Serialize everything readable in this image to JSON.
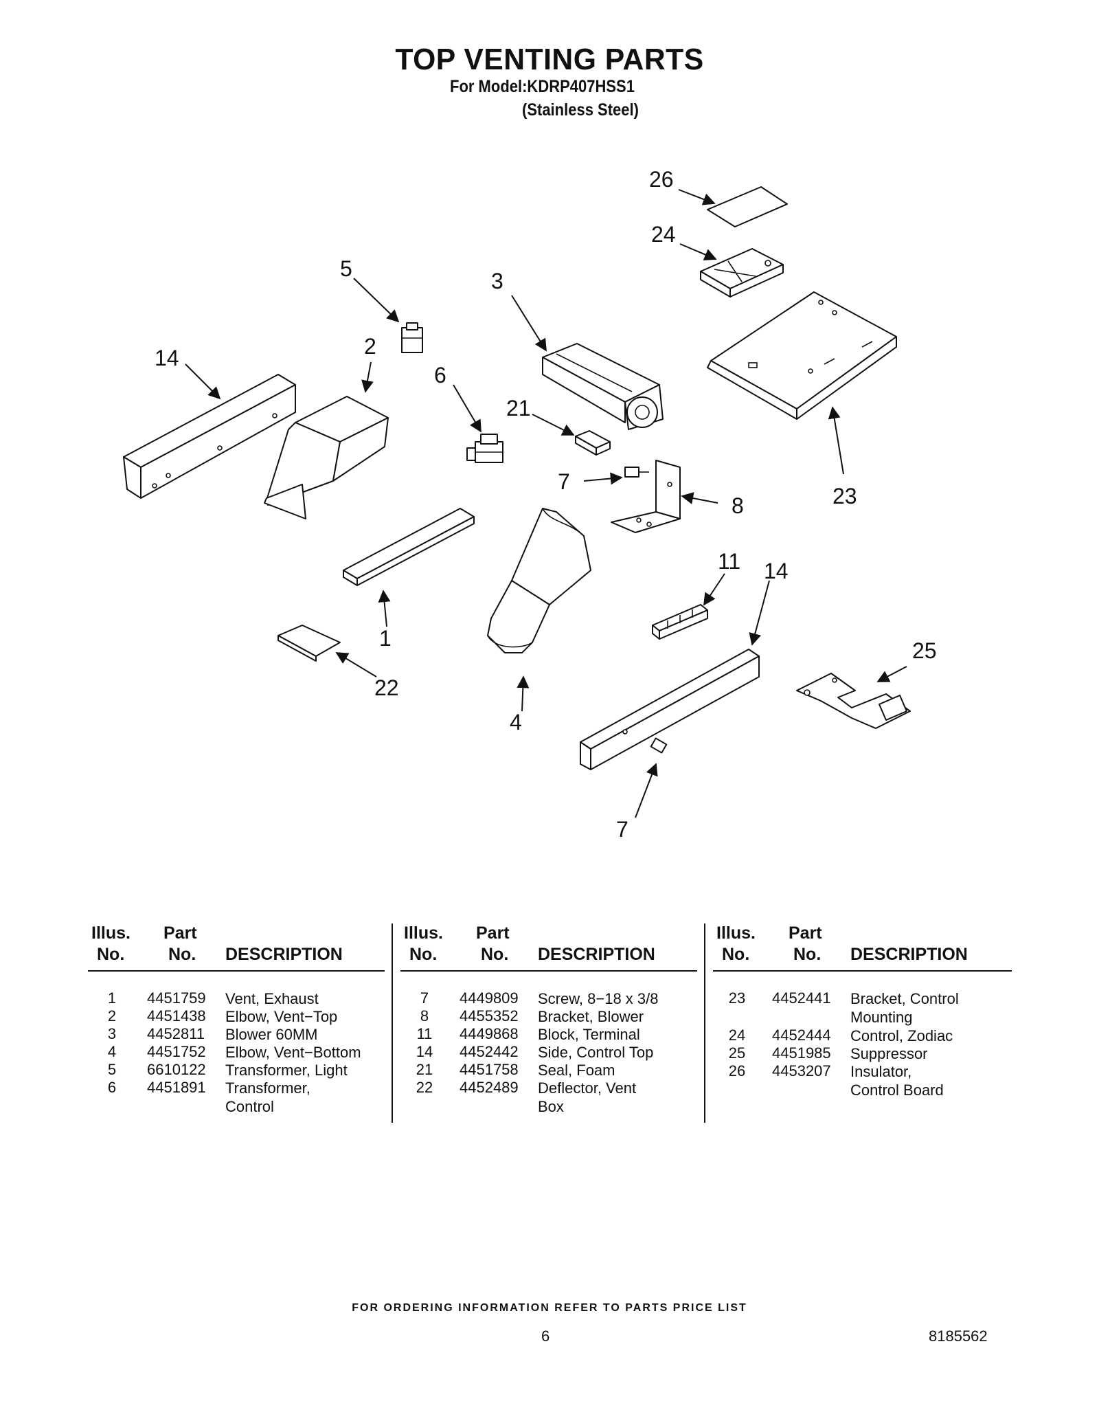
{
  "header": {
    "title": "TOP VENTING PARTS",
    "model_line": "For Model:KDRP407HSS1",
    "finish_line": "(Stainless Steel)"
  },
  "diagram": {
    "callouts": [
      "26",
      "24",
      "5",
      "3",
      "14",
      "2",
      "6",
      "21",
      "7",
      "8",
      "23",
      "11",
      "14",
      "25",
      "1",
      "22",
      "4",
      "7"
    ]
  },
  "table": {
    "headers": {
      "illus_top": "Illus.",
      "illus_bottom": "No.",
      "part_top": "Part",
      "part_bottom": "No.",
      "description": "DESCRIPTION"
    },
    "columns": [
      [
        {
          "illus": "1",
          "part": "4451759",
          "desc1": "Vent, Exhaust",
          "desc2": ""
        },
        {
          "illus": "2",
          "part": "4451438",
          "desc1": "Elbow, Vent−Top",
          "desc2": ""
        },
        {
          "illus": "3",
          "part": "4452811",
          "desc1": "Blower 60MM",
          "desc2": ""
        },
        {
          "illus": "4",
          "part": "4451752",
          "desc1": "Elbow, Vent−Bottom",
          "desc2": ""
        },
        {
          "illus": "5",
          "part": "6610122",
          "desc1": "Transformer, Light",
          "desc2": ""
        },
        {
          "illus": "6",
          "part": "4451891",
          "desc1": "Transformer,",
          "desc2": "Control"
        }
      ],
      [
        {
          "illus": "7",
          "part": "4449809",
          "desc1": "Screw, 8−18 x 3/8",
          "desc2": ""
        },
        {
          "illus": "8",
          "part": "4455352",
          "desc1": "Bracket, Blower",
          "desc2": ""
        },
        {
          "illus": "11",
          "part": "4449868",
          "desc1": "Block, Terminal",
          "desc2": ""
        },
        {
          "illus": "14",
          "part": "4452442",
          "desc1": "Side, Control Top",
          "desc2": ""
        },
        {
          "illus": "21",
          "part": "4451758",
          "desc1": "Seal, Foam",
          "desc2": ""
        },
        {
          "illus": "22",
          "part": "4452489",
          "desc1": "Deflector, Vent",
          "desc2": "Box"
        }
      ],
      [
        {
          "illus": "23",
          "part": "4452441",
          "desc1": "Bracket, Control",
          "desc2": "Mounting"
        },
        {
          "illus": "24",
          "part": "4452444",
          "desc1": "Control, Zodiac",
          "desc2": ""
        },
        {
          "illus": "25",
          "part": "4451985",
          "desc1": "Suppressor",
          "desc2": ""
        },
        {
          "illus": "26",
          "part": "4453207",
          "desc1": "Insulator,",
          "desc2": "Control Board"
        }
      ]
    ]
  },
  "footer": {
    "ordering_note": "FOR ORDERING INFORMATION REFER TO PARTS PRICE LIST",
    "page_number": "6",
    "document_number": "8185562"
  }
}
